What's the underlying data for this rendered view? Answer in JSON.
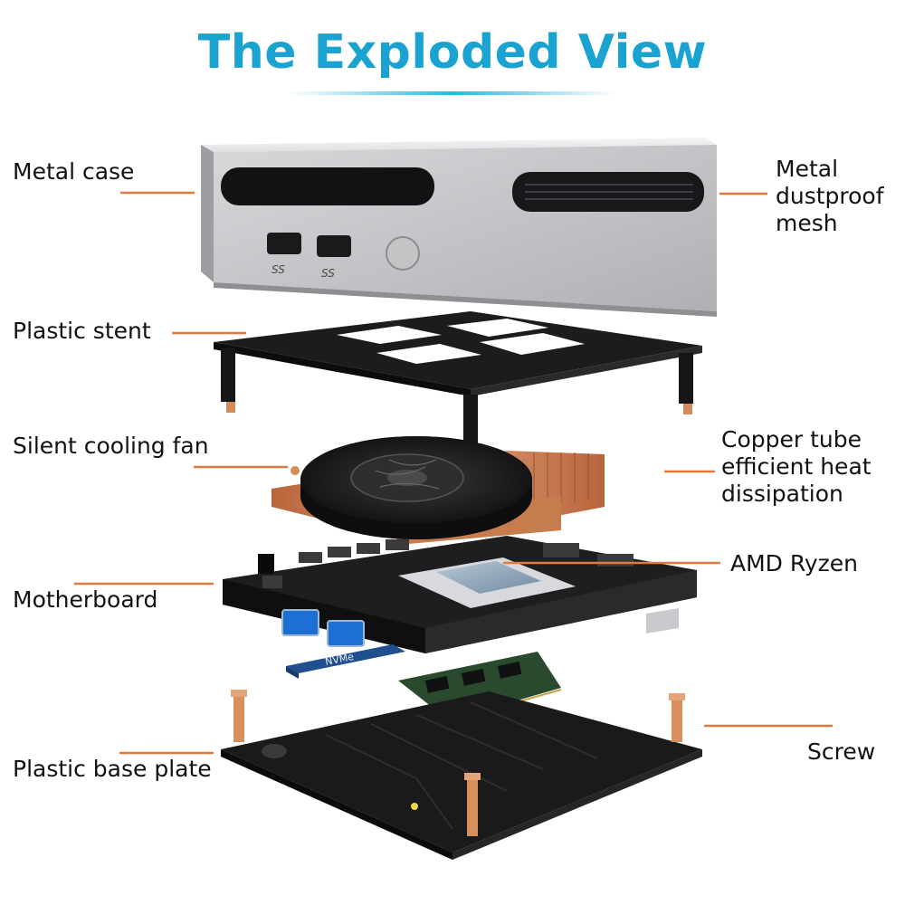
{
  "title": "The Exploded View",
  "colors": {
    "title": "#1aa3d0",
    "leader_line": "#e07a3e",
    "copper": "#c8794a",
    "case_silver": "#c9cacc",
    "black_part": "#1c1c1e"
  },
  "labels": {
    "metal_case": "Metal case",
    "metal_mesh": [
      "Metal",
      "dustproof",
      "mesh"
    ],
    "plastic_stent": "Plastic stent",
    "cooling_fan": "Silent cooling fan",
    "copper_tube": [
      "Copper tube",
      "efficient heat",
      "dissipation"
    ],
    "amd_ryzen": "AMD Ryzen",
    "motherboard": "Motherboard",
    "screw": "Screw",
    "base_plate": "Plastic base plate"
  },
  "product_markings": {
    "usb_port_1": "SS",
    "usb_port_2": "SS",
    "ssd": "NVMe"
  }
}
